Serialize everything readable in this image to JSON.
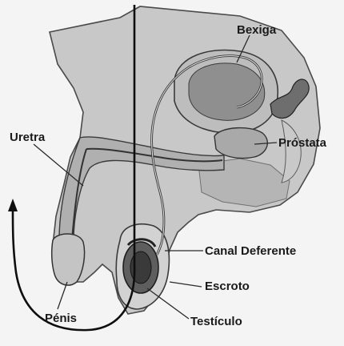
{
  "labels": {
    "bladder": "Bexiga",
    "urethra": "Uretra",
    "prostate": "Próstata",
    "vas_deferens": "Canal Deferente",
    "scrotum": "Escroto",
    "penis": "Pénis",
    "testicle": "Testículo"
  },
  "colors": {
    "paper": "#ffffff",
    "tissue": "#c8c8c8",
    "tissue_dark": "#9a9a9a",
    "outline": "#4a4a4a",
    "ink": "#111111"
  }
}
